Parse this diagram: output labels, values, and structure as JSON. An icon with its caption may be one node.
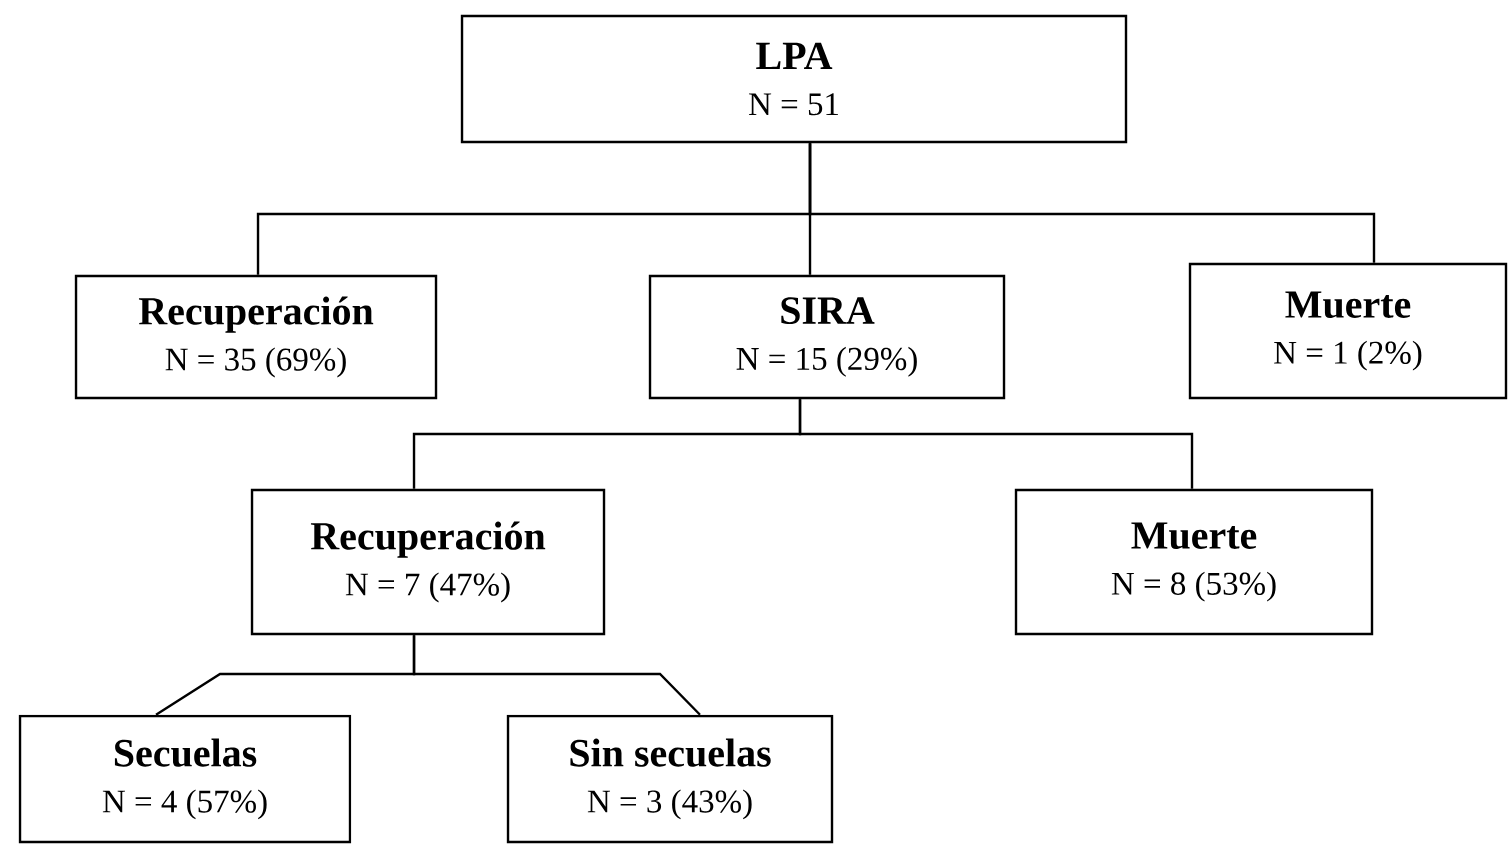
{
  "diagram": {
    "nodes": [
      {
        "text": [
          "LPA",
          "N = 51"
        ]
      },
      {
        "text": [
          "Recuperación",
          "N = 35 (69%)"
        ]
      },
      {
        "text": [
          "SIRA",
          "N = 15 (29%)"
        ]
      },
      {
        "text": [
          "Muerte",
          "N = 1 (2%)"
        ]
      },
      {
        "text": [
          "Recuperación",
          "N = 7 (47%)"
        ]
      },
      {
        "text": [
          "Muerte",
          "N = 8  (53%)"
        ]
      },
      {
        "text": [
          "Secuelas",
          "N = 4  (57%)"
        ]
      },
      {
        "text": [
          "Sin secuelas",
          "N  = 3  (43%)"
        ]
      }
    ],
    "edges": [
      {
        "from": 0,
        "to": 1,
        "arrow": "none"
      },
      {
        "from": 0,
        "to": 2,
        "arrow": "none"
      },
      {
        "from": 0,
        "to": 3,
        "arrow": "none"
      },
      {
        "from": 2,
        "to": 4,
        "arrow": "none"
      },
      {
        "from": 2,
        "to": 5,
        "arrow": "none"
      },
      {
        "from": 4,
        "to": 6,
        "arrow": "none"
      },
      {
        "from": 4,
        "to": 7,
        "arrow": "none"
      }
    ]
  }
}
